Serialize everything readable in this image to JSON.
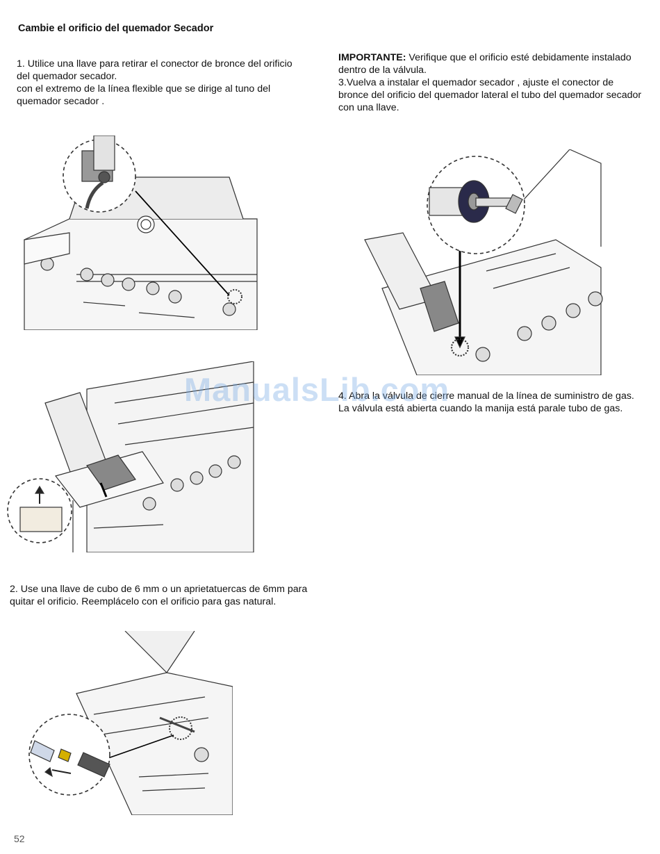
{
  "title": "Cambie el orificio del quemador Secador",
  "step1": {
    "line1": "1.  Utilice una llave para retirar el conector de bronce del orificio del quemador secador.",
    "line2": "con el extremo de la línea flexible que se dirige al tuno del quemador secador ."
  },
  "step2": {
    "text": "2.   Use una llave de cubo de 6 mm o un aprietatuercas de 6mm para quitar el orificio. Reemplácelo con el orificio para gas natural."
  },
  "important": {
    "label": "IMPORTANTE:",
    "text": " Verifique que el orificio esté debidamente instalado dentro de la válvula."
  },
  "step3": {
    "text": "3.Vuelva a instalar el quemador secador , ajuste el conector de bronce del orificio del quemador lateral  el tubo del quemador secador con una llave."
  },
  "step4": {
    "text": "4.  Abra la válvula de cierre manual de la línea de suministro de gas. La válvula está abierta cuando la manija está parale tubo de gas."
  },
  "watermark": "ManualsLib.com",
  "page_number": "52"
}
